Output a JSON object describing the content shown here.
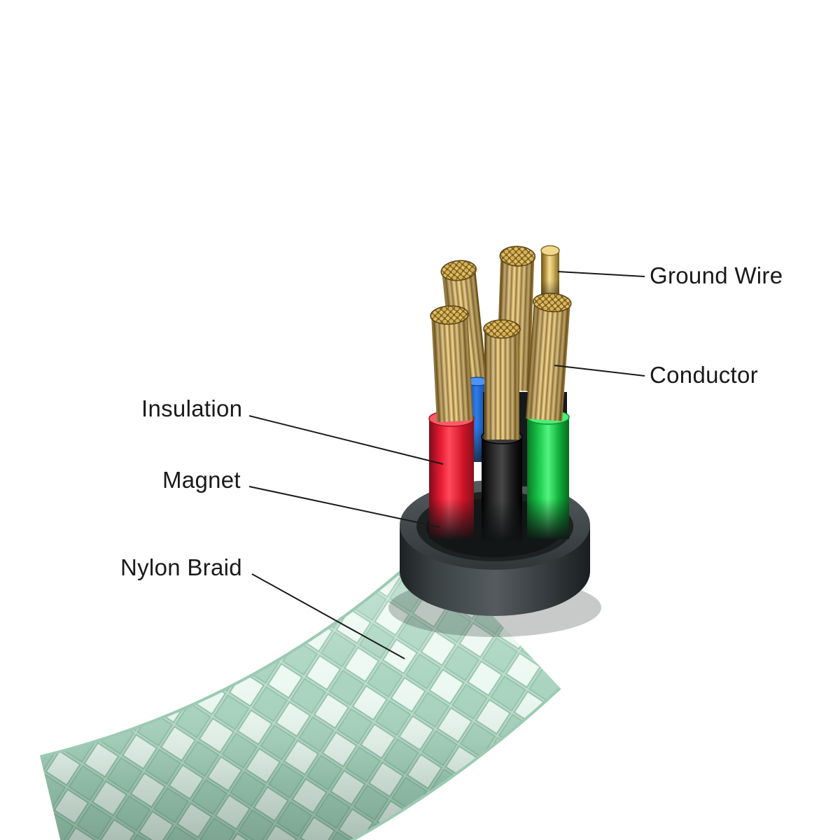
{
  "diagram": {
    "labels": {
      "ground_wire": "Ground Wire",
      "conductor": "Conductor",
      "insulation": "Insulation",
      "magnet": "Magnet",
      "nylon_braid": "Nylon Braid"
    },
    "colors": {
      "background": "#ffffff",
      "label_text": "#1a1a1a",
      "leader_line": "#1a1a1a",
      "braid_base": "#b9dcc9",
      "braid_highlight": "#ebf8f1",
      "braid_shadow": "#a5d2bd",
      "magnet_dark": "#272c2e",
      "magnet_light": "#555c5f",
      "insulation_red": "#e81a2e",
      "insulation_black": "#1c1c1c",
      "insulation_green": "#1fd24e",
      "insulation_blue": "#1565d8",
      "conductor_gold": "#c79f46",
      "conductor_gold_light": "#eed084",
      "conductor_gold_dark": "#7e5f24"
    }
  }
}
